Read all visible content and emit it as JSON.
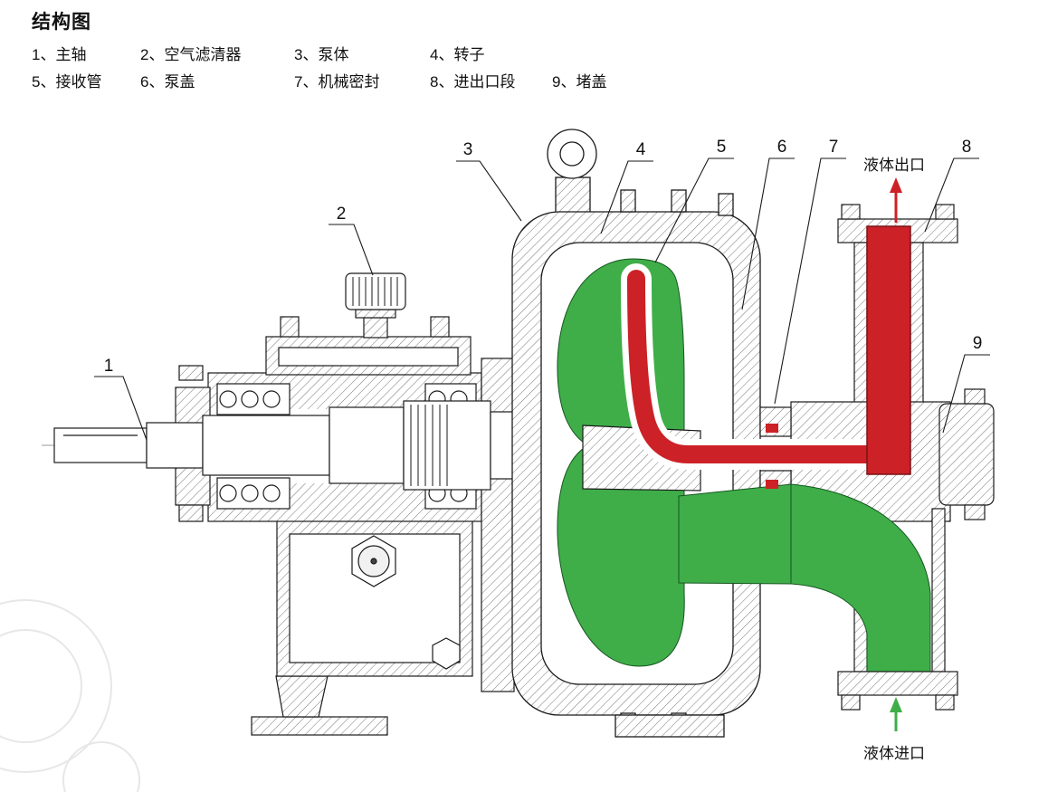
{
  "title": "结构图",
  "legend": {
    "row1": [
      "1、主轴",
      "2、空气滤清器",
      "3、泵体",
      "4、转子"
    ],
    "row2": [
      "5、接收管",
      "6、泵盖",
      "7、机械密封",
      "8、进出口段",
      "9、堵盖"
    ]
  },
  "callouts": {
    "c1": "1",
    "c2": "2",
    "c3": "3",
    "c4": "4",
    "c5": "5",
    "c6": "6",
    "c7": "7",
    "c8": "8",
    "c9": "9"
  },
  "flow": {
    "outlet": "液体出口",
    "inlet": "液体进口"
  },
  "colors": {
    "liquid_green": "#3fae49",
    "liquid_red": "#cc2127",
    "line": "#1a1a1a",
    "hatch": "#777777",
    "watermark": "#e7e7e7"
  }
}
